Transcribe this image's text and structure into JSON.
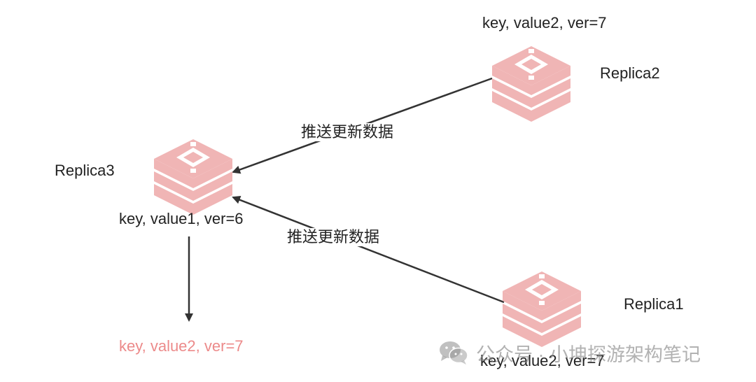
{
  "colors": {
    "redis_logo": "#f0b5b5",
    "redis_logo_dark": "#e49c9c",
    "arrow": "#333333",
    "label": "#222222",
    "result_text": "#ec8a8a",
    "watermark": "#8c8c8c"
  },
  "nodes": {
    "replica1": {
      "name": "Replica1",
      "data": "key, value2, ver=7",
      "icon": "redis-logo-icon"
    },
    "replica2": {
      "name": "Replica2",
      "data": "key, value2, ver=7",
      "icon": "redis-logo-icon"
    },
    "replica3": {
      "name": "Replica3",
      "data": "key, value1, ver=6",
      "icon": "redis-logo-icon"
    }
  },
  "edges": [
    {
      "from": "replica2",
      "to": "replica3",
      "label": "推送更新数据"
    },
    {
      "from": "replica1",
      "to": "replica3",
      "label": "推送更新数据"
    },
    {
      "from": "replica3",
      "to": "result",
      "label": ""
    }
  ],
  "result": {
    "text": "key, value2, ver=7"
  },
  "watermark": {
    "text": "公众号 · 小坤探游架构笔记",
    "icon": "wechat-icon"
  }
}
